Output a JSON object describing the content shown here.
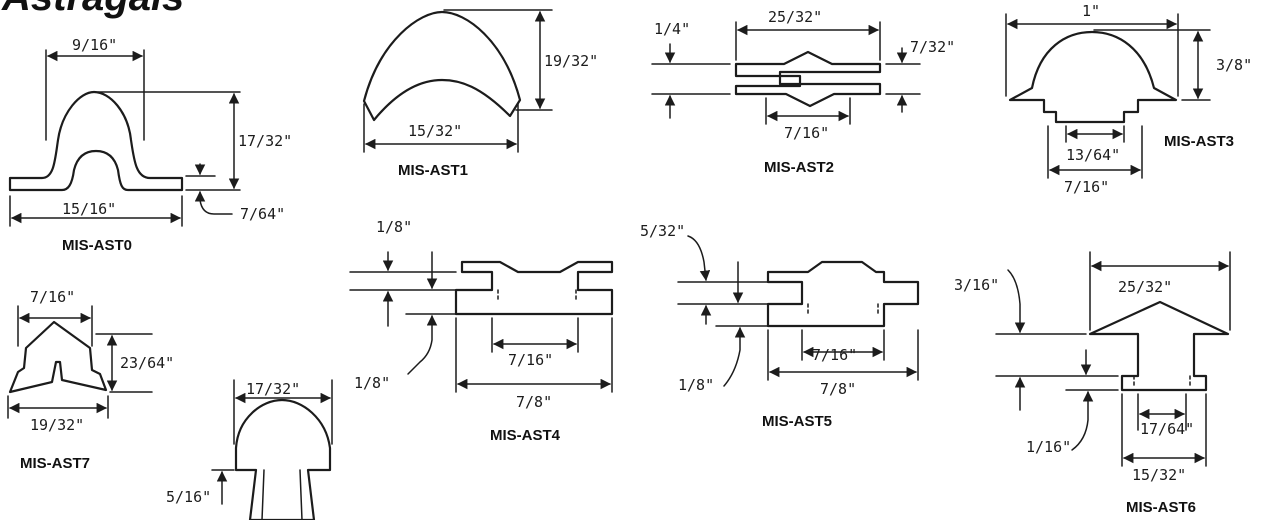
{
  "title": "Astragals",
  "profiles": [
    {
      "id": "ast0",
      "label": "MIS-AST0",
      "dims": [
        "9/16\"",
        "17/32\"",
        "15/16\"",
        "7/64\""
      ]
    },
    {
      "id": "ast1",
      "label": "MIS-AST1",
      "dims": [
        "19/32\"",
        "15/32\""
      ]
    },
    {
      "id": "ast2",
      "label": "MIS-AST2",
      "dims": [
        "1/4\"",
        "25/32\"",
        "7/32\"",
        "7/16\""
      ]
    },
    {
      "id": "ast3",
      "label": "MIS-AST3",
      "dims": [
        "1\"",
        "3/8\"",
        "13/64\"",
        "7/16\""
      ]
    },
    {
      "id": "ast4",
      "label": "MIS-AST4",
      "dims": [
        "1/8\"",
        "1/8\"",
        "7/16\"",
        "7/8\""
      ]
    },
    {
      "id": "ast5",
      "label": "MIS-AST5",
      "dims": [
        "5/32\"",
        "1/8\"",
        "7/16\"",
        "7/8\""
      ]
    },
    {
      "id": "ast6",
      "label": "MIS-AST6",
      "dims": [
        "3/16\"",
        "25/32\"",
        "1/16\"",
        "17/64\"",
        "15/32\""
      ]
    },
    {
      "id": "ast7",
      "label": "MIS-AST7",
      "dims": [
        "7/16\"",
        "23/64\"",
        "19/32\""
      ]
    },
    {
      "id": "ast8",
      "label": "",
      "dims": [
        "17/32\"",
        "5/16\""
      ]
    }
  ]
}
